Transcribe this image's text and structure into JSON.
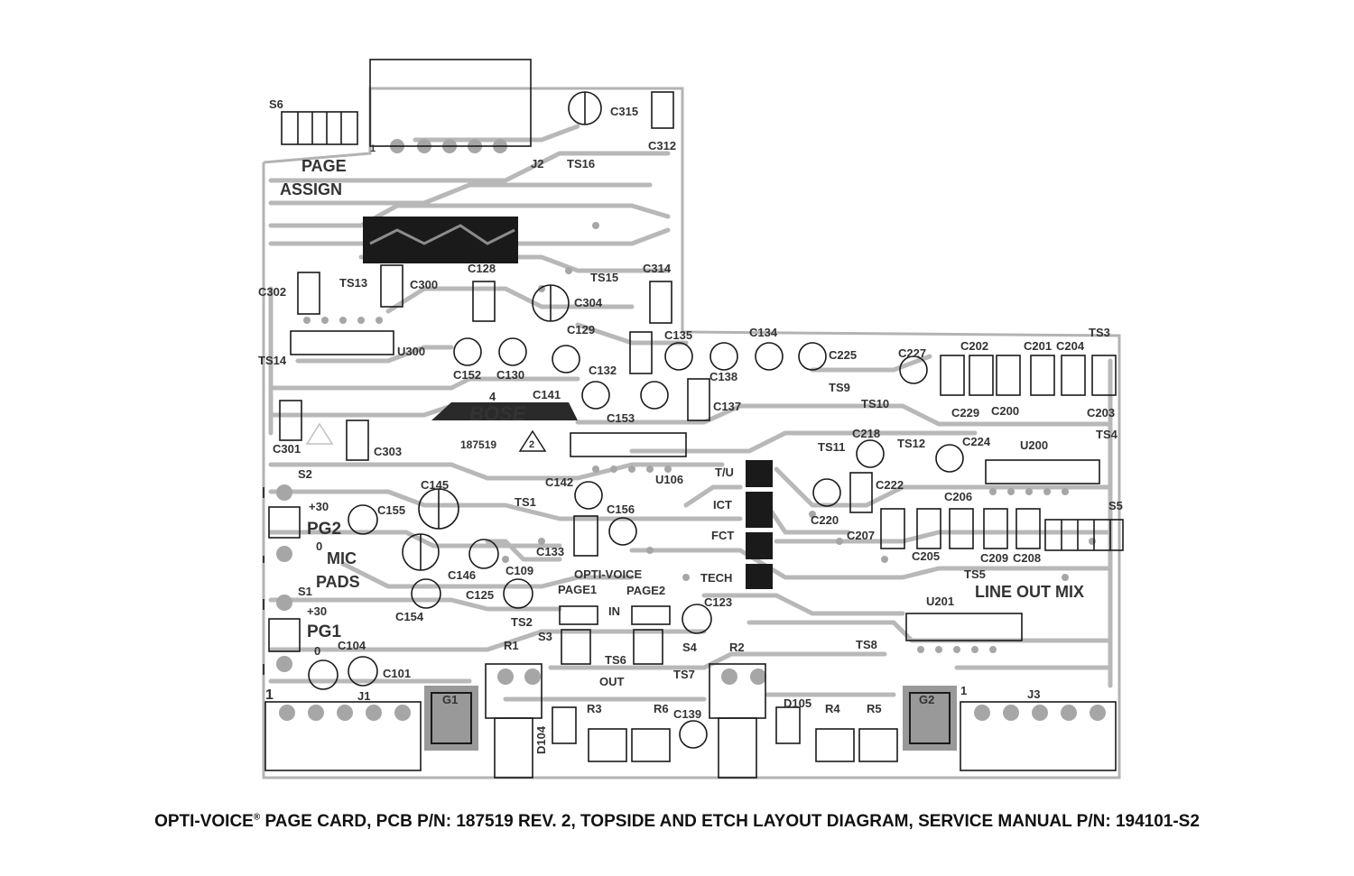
{
  "caption": {
    "prefix": "OPTI-VOICE",
    "reg": "®",
    "rest": " PAGE CARD, PCB P/N: 187519 REV. 2, TOPSIDE AND ETCH LAYOUT DIAGRAM, SERVICE MANUAL P/N: 194101-S2"
  },
  "colors": {
    "trace": "#b3b3b3",
    "ink": "#1a1a1a",
    "pad": "#a6a6a6",
    "label": "#333333"
  },
  "board": {
    "logo_text": "BOSE",
    "part_number": "187519",
    "rev_mark": "2"
  },
  "labels": [
    {
      "id": "s6",
      "text": "S6"
    },
    {
      "id": "j2",
      "text": "J2"
    },
    {
      "id": "ts16",
      "text": "TS16"
    },
    {
      "id": "c315",
      "text": "C315"
    },
    {
      "id": "c312",
      "text": "C312"
    },
    {
      "id": "page",
      "text": "PAGE"
    },
    {
      "id": "assign",
      "text": "ASSIGN"
    },
    {
      "id": "c302",
      "text": "C302"
    },
    {
      "id": "ts13",
      "text": "TS13"
    },
    {
      "id": "c300",
      "text": "C300"
    },
    {
      "id": "c128",
      "text": "C128"
    },
    {
      "id": "ts15",
      "text": "TS15"
    },
    {
      "id": "c314",
      "text": "C314"
    },
    {
      "id": "c304",
      "text": "C304"
    },
    {
      "id": "c129",
      "text": "C129"
    },
    {
      "id": "u300",
      "text": "U300"
    },
    {
      "id": "ts14",
      "text": "TS14"
    },
    {
      "id": "c152",
      "text": "C152"
    },
    {
      "id": "c130",
      "text": "C130"
    },
    {
      "id": "c132",
      "text": "C132"
    },
    {
      "id": "c135",
      "text": "C135"
    },
    {
      "id": "c134",
      "text": "C134"
    },
    {
      "id": "c225",
      "text": "C225"
    },
    {
      "id": "c138",
      "text": "C138"
    },
    {
      "id": "ts9",
      "text": "TS9"
    },
    {
      "id": "c227",
      "text": "C227"
    },
    {
      "id": "c202",
      "text": "C202"
    },
    {
      "id": "c201",
      "text": "C201"
    },
    {
      "id": "c204",
      "text": "C204"
    },
    {
      "id": "ts3",
      "text": "TS3"
    },
    {
      "id": "c141",
      "text": "C141"
    },
    {
      "id": "four",
      "text": "4"
    },
    {
      "id": "c137",
      "text": "C137"
    },
    {
      "id": "ts10",
      "text": "TS10"
    },
    {
      "id": "c229",
      "text": "C229"
    },
    {
      "id": "c200",
      "text": "C200"
    },
    {
      "id": "c203",
      "text": "C203"
    },
    {
      "id": "c153",
      "text": "C153"
    },
    {
      "id": "c218",
      "text": "C218"
    },
    {
      "id": "c224",
      "text": "C224"
    },
    {
      "id": "ts4",
      "text": "TS4"
    },
    {
      "id": "c301",
      "text": "C301"
    },
    {
      "id": "c303",
      "text": "C303"
    },
    {
      "id": "ts11",
      "text": "TS11"
    },
    {
      "id": "ts12",
      "text": "TS12"
    },
    {
      "id": "u200",
      "text": "U200"
    },
    {
      "id": "u106",
      "text": "U106"
    },
    {
      "id": "tu",
      "text": "T/U"
    },
    {
      "id": "s2",
      "text": "S2"
    },
    {
      "id": "c145",
      "text": "C145"
    },
    {
      "id": "c142",
      "text": "C142"
    },
    {
      "id": "c222",
      "text": "C222"
    },
    {
      "id": "ts1",
      "text": "TS1"
    },
    {
      "id": "ict",
      "text": "ICT"
    },
    {
      "id": "c206",
      "text": "C206"
    },
    {
      "id": "s5",
      "text": "S5"
    },
    {
      "id": "p30a",
      "text": "+30"
    },
    {
      "id": "pg2",
      "text": "PG2"
    },
    {
      "id": "c155",
      "text": "C155"
    },
    {
      "id": "c156",
      "text": "C156"
    },
    {
      "id": "c220",
      "text": "C220"
    },
    {
      "id": "fct",
      "text": "FCT"
    },
    {
      "id": "c207",
      "text": "C207"
    },
    {
      "id": "zero_a",
      "text": "0"
    },
    {
      "id": "mic",
      "text": "MIC"
    },
    {
      "id": "c133",
      "text": "C133"
    },
    {
      "id": "c205",
      "text": "C205"
    },
    {
      "id": "c209",
      "text": "C209"
    },
    {
      "id": "c208",
      "text": "C208"
    },
    {
      "id": "c146",
      "text": "C146"
    },
    {
      "id": "pads",
      "text": "PADS"
    },
    {
      "id": "c109",
      "text": "C109"
    },
    {
      "id": "optivoice",
      "text": "OPTI-VOICE"
    },
    {
      "id": "tech",
      "text": "TECH"
    },
    {
      "id": "ts5",
      "text": "TS5"
    },
    {
      "id": "s1",
      "text": "S1"
    },
    {
      "id": "page1",
      "text": "PAGE1"
    },
    {
      "id": "page2",
      "text": "PAGE2"
    },
    {
      "id": "c125",
      "text": "C125"
    },
    {
      "id": "lineoutmix",
      "text": "LINE OUT MIX"
    },
    {
      "id": "c123",
      "text": "C123"
    },
    {
      "id": "u201",
      "text": "U201"
    },
    {
      "id": "p30b",
      "text": "+30"
    },
    {
      "id": "c154",
      "text": "C154"
    },
    {
      "id": "in",
      "text": "IN"
    },
    {
      "id": "pg1",
      "text": "PG1"
    },
    {
      "id": "ts2",
      "text": "TS2"
    },
    {
      "id": "zero_b",
      "text": "0"
    },
    {
      "id": "c104",
      "text": "C104"
    },
    {
      "id": "r1",
      "text": "R1"
    },
    {
      "id": "s3",
      "text": "S3"
    },
    {
      "id": "s4",
      "text": "S4"
    },
    {
      "id": "r2",
      "text": "R2"
    },
    {
      "id": "ts8",
      "text": "TS8"
    },
    {
      "id": "ts6",
      "text": "TS6"
    },
    {
      "id": "c101",
      "text": "C101"
    },
    {
      "id": "out",
      "text": "OUT"
    },
    {
      "id": "ts7",
      "text": "TS7"
    },
    {
      "id": "one_a",
      "text": "1"
    },
    {
      "id": "j1",
      "text": "J1"
    },
    {
      "id": "g1",
      "text": "G1"
    },
    {
      "id": "d105",
      "text": "D105"
    },
    {
      "id": "g2",
      "text": "G2"
    },
    {
      "id": "one_b",
      "text": "1"
    },
    {
      "id": "j3",
      "text": "J3"
    },
    {
      "id": "r3",
      "text": "R3"
    },
    {
      "id": "r6",
      "text": "R6"
    },
    {
      "id": "c139",
      "text": "C139"
    },
    {
      "id": "r4",
      "text": "R4"
    },
    {
      "id": "r5",
      "text": "R5"
    },
    {
      "id": "d104",
      "text": "D104"
    },
    {
      "id": "one_c",
      "text": "1"
    }
  ]
}
